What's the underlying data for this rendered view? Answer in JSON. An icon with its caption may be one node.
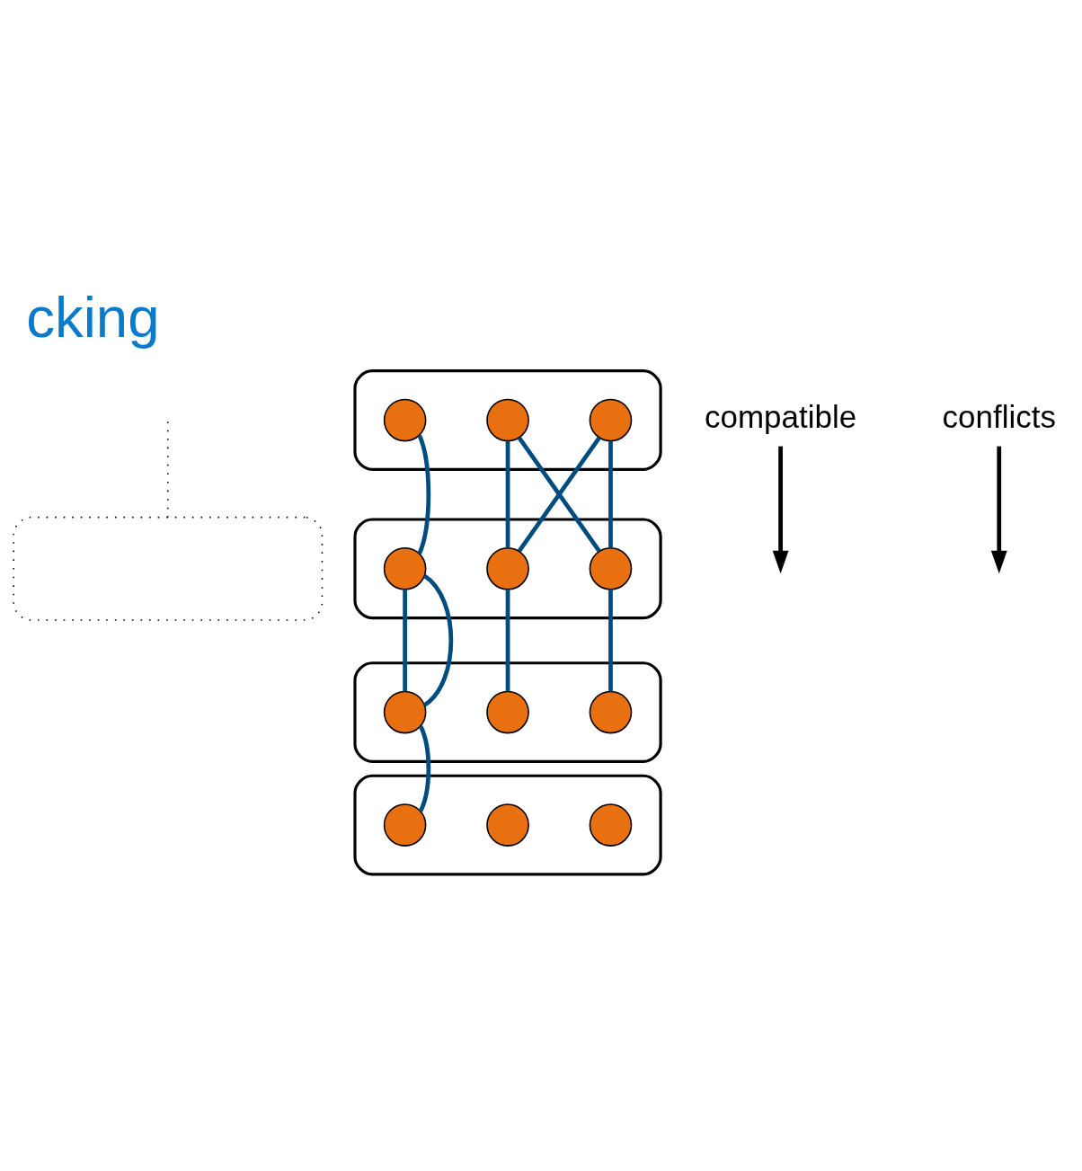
{
  "diagram": {
    "title": "cking",
    "nodes": [
      {
        "text": [],
        "shape": "box"
      },
      {
        "text": [],
        "shape": "box"
      },
      {
        "text": [],
        "shape": "circle",
        "in": 1
      },
      {
        "text": [],
        "shape": "circle",
        "in": 1
      },
      {
        "text": [],
        "shape": "circle",
        "in": 1
      },
      {
        "text": [],
        "shape": "box"
      },
      {
        "text": [],
        "shape": "circle",
        "in": 5
      },
      {
        "text": [],
        "shape": "circle",
        "in": 5
      },
      {
        "text": [],
        "shape": "circle",
        "in": 5
      },
      {
        "text": [],
        "shape": "box"
      },
      {
        "text": [],
        "shape": "circle",
        "in": 9
      },
      {
        "text": [],
        "shape": "circle",
        "in": 9
      },
      {
        "text": [],
        "shape": "circle",
        "in": 9
      },
      {
        "text": [],
        "shape": "box"
      },
      {
        "text": [],
        "shape": "circle",
        "in": 13
      },
      {
        "text": [],
        "shape": "circle",
        "in": 13
      },
      {
        "text": [],
        "shape": "circle",
        "in": 13
      },
      {
        "text": [
          "compatible"
        ]
      },
      {
        "text": [
          "conflicts"
        ]
      }
    ],
    "edges": [
      {
        "from": null,
        "to": 0,
        "arrow": "none",
        "style": "dashed",
        "color": "#000000"
      },
      {
        "from": 2,
        "to": 6,
        "arrow": "none"
      },
      {
        "from": 3,
        "to": 7,
        "arrow": "none"
      },
      {
        "from": 3,
        "to": 8,
        "arrow": "none"
      },
      {
        "from": 4,
        "to": 7,
        "arrow": "none"
      },
      {
        "from": 4,
        "to": 8,
        "arrow": "none"
      },
      {
        "from": 6,
        "to": 10,
        "arrow": "none"
      },
      {
        "from": 6,
        "to": 10,
        "arrow": "none"
      },
      {
        "from": 10,
        "to": 14,
        "arrow": "none"
      },
      {
        "from": 7,
        "to": 11,
        "arrow": "none"
      },
      {
        "from": 8,
        "to": 12,
        "arrow": "none"
      },
      {
        "from": 17,
        "to": null,
        "arrow": "to",
        "color": "#000000"
      },
      {
        "from": 18,
        "to": null,
        "arrow": "to",
        "color": "#000000"
      }
    ]
  }
}
